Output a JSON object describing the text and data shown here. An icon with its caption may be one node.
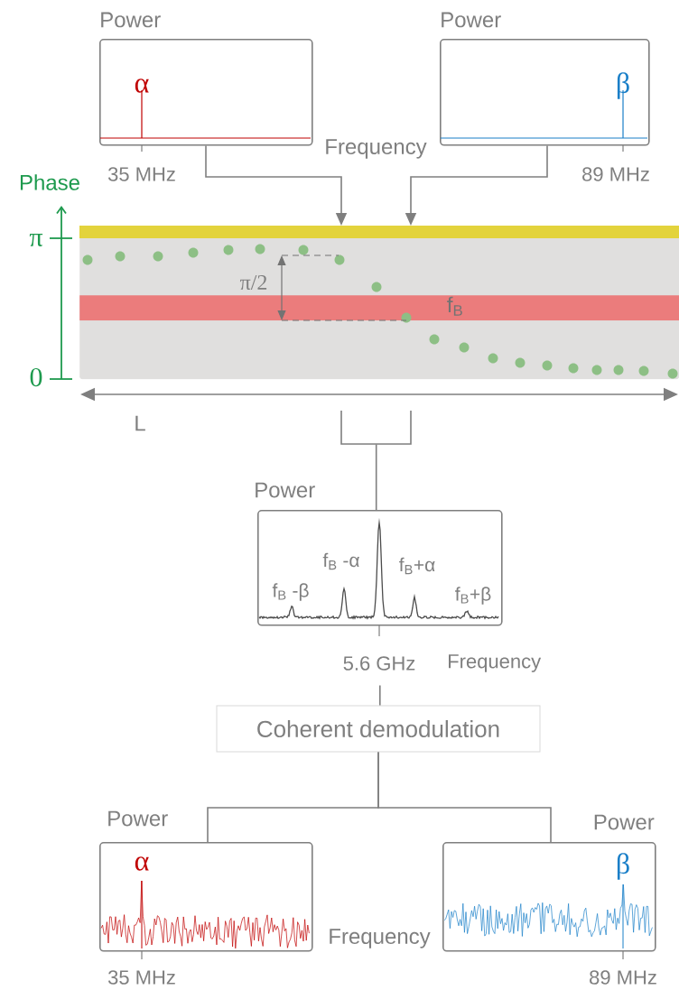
{
  "diagram": {
    "nodes": [
      {
        "text": [
          "Power",
          "α"
        ],
        "beside": [
          "35 MHz"
        ]
      },
      {
        "text": [
          "Power",
          "β"
        ],
        "beside": [
          "89 MHz"
        ]
      },
      {
        "text": [],
        "shape": "box"
      },
      {
        "text": [
          "f$_{B}$"
        ],
        "in": 2
      },
      {
        "text": [],
        "shape": "bracket"
      },
      {
        "text": [
          "Power",
          "f$_{B}$ -β",
          "f$_{B}$ -α",
          "f$_{B}$+α",
          "f$_{B}$+β"
        ],
        "beside": [
          "5.6 GHz",
          "Frequency"
        ]
      },
      {
        "text": [
          "Coherent demodulation"
        ]
      },
      {
        "text": [
          "Power",
          "α"
        ],
        "beside": [
          "35 MHz"
        ]
      },
      {
        "text": [
          "Power",
          "β"
        ],
        "beside": [
          "89 MHz"
        ]
      }
    ],
    "edges": [
      {
        "from": 0,
        "to": 2,
        "arrow": "to"
      },
      {
        "from": 1,
        "to": 2,
        "arrow": "to"
      },
      {
        "from": 4,
        "to": 5,
        "arrow": "none"
      },
      {
        "from": 5,
        "to": 6,
        "arrow": "none"
      },
      {
        "from": 6,
        "to": 7,
        "arrow": "none"
      },
      {
        "from": 6,
        "to": 8,
        "arrow": "none"
      }
    ],
    "labels": [
      "Frequency",
      "Phase",
      "π",
      "0",
      "π/2",
      "L",
      "Frequency"
    ]
  }
}
